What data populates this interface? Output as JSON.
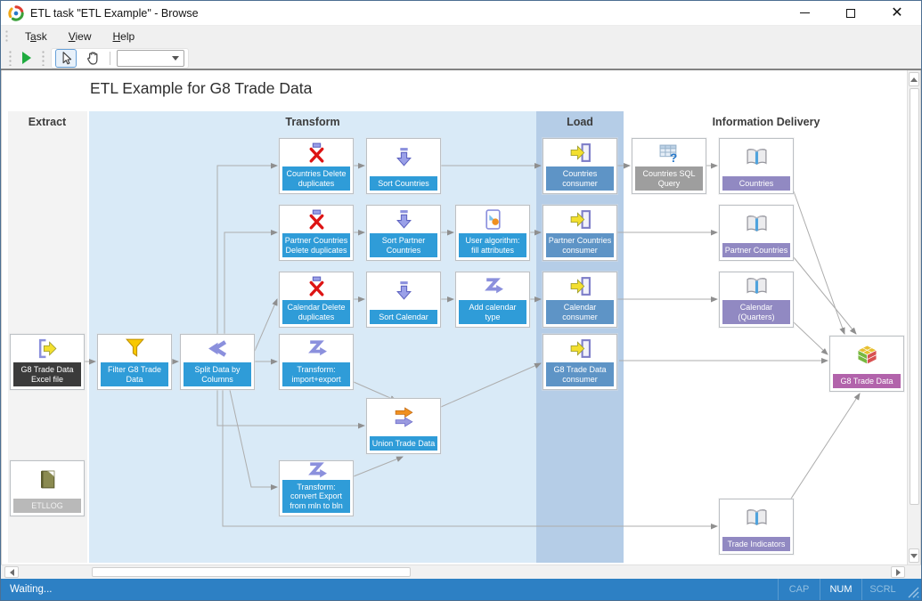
{
  "window": {
    "title": "ETL task \"ETL Example\" - Browse"
  },
  "menu": {
    "items": [
      {
        "pre": "T",
        "key": "a",
        "post": "sk"
      },
      {
        "pre": "",
        "key": "V",
        "post": "iew"
      },
      {
        "pre": "",
        "key": "H",
        "post": "elp"
      }
    ]
  },
  "toolbar": {
    "combo_value": "",
    "tools": [
      "run-icon",
      "select-arrow-icon",
      "pan-hand-icon"
    ]
  },
  "icons": {
    "app-icon": "circular-colored-arrows",
    "minimize-icon": "horizontal line",
    "maximize-icon": "square outline",
    "close-icon": "x cross",
    "run-icon": "green play triangle",
    "select-arrow-icon": "mouse cursor arrow",
    "pan-hand-icon": "open hand",
    "combo-dropdown-icon": "down triangle",
    "export-icon": "yellow arrow leaving door",
    "import-icon": "yellow arrow entering purple door",
    "funnel-icon": "yellow filter funnel",
    "split-icon": "purple branching arrows",
    "dedup-icon": "funnel bar with red X",
    "sort-icon": "purple down arrow",
    "algorithm-icon": "document with orange ball",
    "transform-icon": "purple Z arrow",
    "union-icon": "orange and purple right arrows",
    "query-icon": "table grid with question mark",
    "book-icon": "open book",
    "cube-icon": "colored 3D cube",
    "log-icon": "olive log book"
  },
  "canvas": {
    "diagram_title": "ETL Example for G8 Trade Data",
    "lanes": [
      {
        "label": "Extract",
        "color": "#f3f3f3"
      },
      {
        "label": "Transform",
        "color": "#d9eaf7"
      },
      {
        "label": "Load",
        "color": "#b5cde7"
      },
      {
        "label": "Information Delivery",
        "color": "#ffffff"
      }
    ],
    "nodes": [
      {
        "id": "g8-trade-data-excel-file",
        "label": "G8 Trade Data Excel file",
        "icon": "export-icon",
        "color": "#3b3b3b"
      },
      {
        "id": "etllog",
        "label": "ETLLOG",
        "icon": "log-icon",
        "color": "#b9b9b9"
      },
      {
        "id": "filter-g8-trade-data",
        "label": "Filter G8 Trade Data",
        "icon": "funnel-icon",
        "color": "#2f9cd8"
      },
      {
        "id": "split-data-by-columns",
        "label": "Split Data by Columns",
        "icon": "split-icon",
        "color": "#2f9cd8"
      },
      {
        "id": "countries-delete-duplicates",
        "label": "Countries Delete duplicates",
        "icon": "dedup-icon",
        "color": "#2f9cd8"
      },
      {
        "id": "sort-countries",
        "label": "Sort Countries",
        "icon": "sort-icon",
        "color": "#2f9cd8"
      },
      {
        "id": "partner-countries-delete-duplicates",
        "label": "Partner Countries Delete duplicates",
        "icon": "dedup-icon",
        "color": "#2f9cd8"
      },
      {
        "id": "sort-partner-countries",
        "label": "Sort Partner Countries",
        "icon": "sort-icon",
        "color": "#2f9cd8"
      },
      {
        "id": "user-algorithm-fill-attributes",
        "label": "User algorithm: fill attributes",
        "icon": "algorithm-icon",
        "color": "#2f9cd8"
      },
      {
        "id": "calendar-delete-duplicates",
        "label": "Calendar Delete duplicates",
        "icon": "dedup-icon",
        "color": "#2f9cd8"
      },
      {
        "id": "sort-calendar",
        "label": "Sort Calendar",
        "icon": "sort-icon",
        "color": "#2f9cd8"
      },
      {
        "id": "add-calendar-type",
        "label": "Add calendar type",
        "icon": "transform-icon",
        "color": "#2f9cd8"
      },
      {
        "id": "transform-import-export",
        "label": "Transform: import+export",
        "icon": "transform-icon",
        "color": "#2f9cd8"
      },
      {
        "id": "union-trade-data",
        "label": "Union Trade Data",
        "icon": "union-icon",
        "color": "#2f9cd8"
      },
      {
        "id": "transform-convert-export",
        "label": "Transform: convert Export from mln to bln",
        "icon": "transform-icon",
        "color": "#2f9cd8"
      },
      {
        "id": "countries-consumer",
        "label": "Countries consumer",
        "icon": "import-icon",
        "color": "#5e94c6"
      },
      {
        "id": "partner-countries-consumer",
        "label": "Partner Countries consumer",
        "icon": "import-icon",
        "color": "#5e94c6"
      },
      {
        "id": "calendar-consumer",
        "label": "Calendar consumer",
        "icon": "import-icon",
        "color": "#5e94c6"
      },
      {
        "id": "g8-trade-data-consumer",
        "label": "G8 Trade Data consumer",
        "icon": "import-icon",
        "color": "#5e94c6"
      },
      {
        "id": "countries-sql-query",
        "label": "Countries SQL Query",
        "icon": "query-icon",
        "color": "#9e9e9e"
      },
      {
        "id": "countries",
        "label": "Countries",
        "icon": "book-icon",
        "color": "#9189c2"
      },
      {
        "id": "partner-countries",
        "label": "Partner Countries",
        "icon": "book-icon",
        "color": "#9189c2"
      },
      {
        "id": "calendar-quarters",
        "label": "Calendar (Quarters)",
        "icon": "book-icon",
        "color": "#9189c2"
      },
      {
        "id": "g8-trade-data-cube",
        "label": "G8 Trade Data",
        "icon": "cube-icon",
        "color": "#b263ab"
      },
      {
        "id": "trade-indicators",
        "label": "Trade Indicators",
        "icon": "book-icon",
        "color": "#9189c2"
      }
    ]
  },
  "status_bar": {
    "message": "Waiting...",
    "indicators": [
      {
        "label": "CAP",
        "active": false
      },
      {
        "label": "NUM",
        "active": true
      },
      {
        "label": "SCRL",
        "active": false
      }
    ]
  },
  "colors": {
    "transform_node": "#2f9cd8",
    "load_node": "#5e94c6",
    "source_node": "#3b3b3b",
    "log_node": "#b9b9b9",
    "query_node": "#9e9e9e",
    "delivery_node": "#9189c2",
    "cube_node": "#b263ab",
    "status_bar": "#2d80c4",
    "transform_lane": "#d9eaf7",
    "load_lane": "#b5cde7",
    "extract_lane": "#f3f3f3"
  }
}
